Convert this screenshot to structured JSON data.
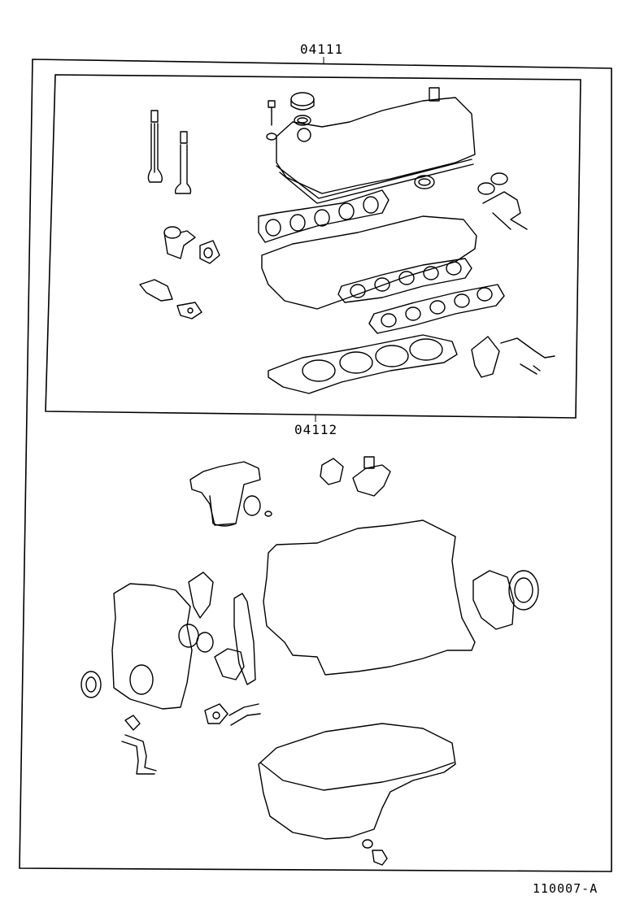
{
  "labels": {
    "outer_kit": "04111",
    "inner_kit": "04112",
    "figure_id": "110007-A"
  }
}
